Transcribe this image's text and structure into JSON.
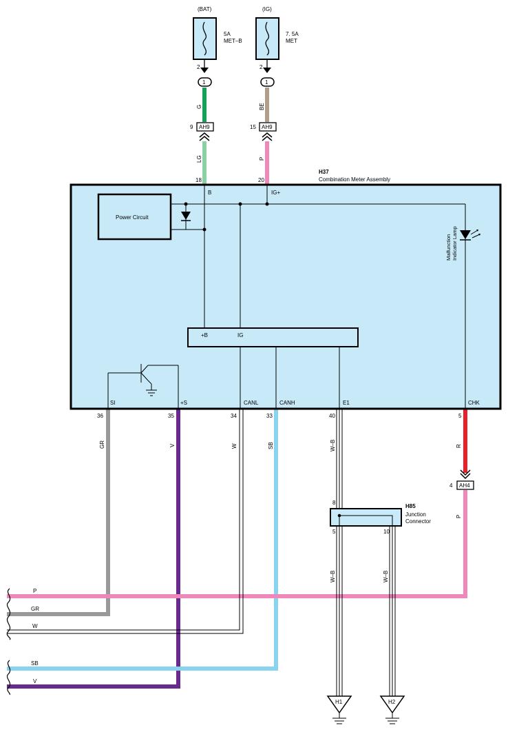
{
  "colors": {
    "module_fill": "#c8e9f8",
    "wire_G": "#16a05a",
    "wire_LG": "#8fcfa6",
    "wire_BE": "#b39c88",
    "wire_P": "#ee88bb",
    "wire_GR": "#999999",
    "wire_V": "#6a2a8c",
    "wire_SB": "#88d3f0",
    "wire_R": "#e8202a"
  },
  "fuses": [
    {
      "source": "(BAT)",
      "rating": "5A",
      "name": "MET–B",
      "pin": "2",
      "connector_pin": "1"
    },
    {
      "source": "(IG)",
      "rating": "7. 5A",
      "name": "MET",
      "pin": "2",
      "connector_pin": "1"
    }
  ],
  "junction_ah9": {
    "label": "AH9",
    "left": {
      "pin": "9",
      "wire_top": "G",
      "wire_bottom": "LG"
    },
    "right": {
      "pin": "15",
      "wire_top": "BE",
      "wire_bottom": "P"
    }
  },
  "meter": {
    "code": "H37",
    "title": "Combination Meter Assembly",
    "power_circuit": "Power Circuit",
    "lamp_label_1": "Malfunction",
    "lamp_label_2": "Indicator Lamp",
    "ic_pin_b": "+B",
    "ic_pin_ig": "IG",
    "top_pins": [
      {
        "num": "18",
        "name": "B"
      },
      {
        "num": "20",
        "name": "IG+"
      }
    ],
    "bottom_pins": [
      {
        "num": "36",
        "name": "SI",
        "wire": "GR"
      },
      {
        "num": "35",
        "name": "+S",
        "wire": "V"
      },
      {
        "num": "34",
        "name": "CANL",
        "wire": "W"
      },
      {
        "num": "33",
        "name": "CANH",
        "wire": "SB"
      },
      {
        "num": "40",
        "name": "E1",
        "wire": "W–B"
      },
      {
        "num": "5",
        "name": "CHK",
        "wire": "R"
      }
    ]
  },
  "connector_ah4": {
    "label": "AH4",
    "pin": "4",
    "wire_below": "P"
  },
  "junction_h85": {
    "code": "H85",
    "line1": "Junction",
    "line2": "Connector",
    "pin_in": "8",
    "pin_out_1": "5",
    "pin_out_2": "10",
    "wire_1": "W–B",
    "wire_2": "W–B"
  },
  "grounds": [
    "H1",
    "H2"
  ],
  "bus_wires": [
    "P",
    "GR",
    "W",
    "SB",
    "V"
  ]
}
